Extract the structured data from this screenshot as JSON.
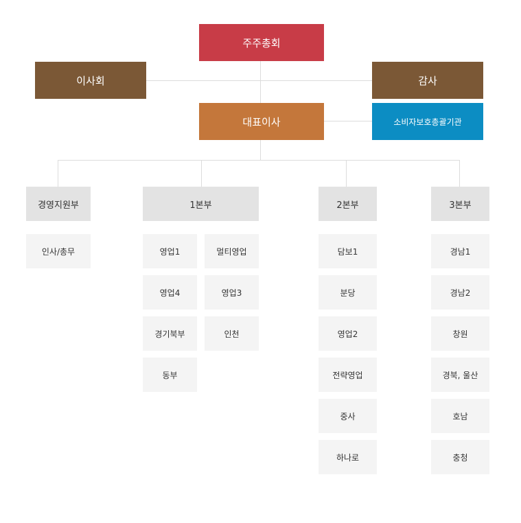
{
  "colors": {
    "shareholders": "#c83c47",
    "board": "#7b5836",
    "audit": "#7b5836",
    "ceo": "#c4773b",
    "consumer": "#0c8dc3"
  },
  "top": {
    "shareholders": "주주총회",
    "board": "이사회",
    "audit": "감사",
    "ceo": "대표이사",
    "consumer": "소비자보호총괄기관"
  },
  "divisions": {
    "management": {
      "title": "경영지원부",
      "items": [
        "인사/총무"
      ]
    },
    "div1": {
      "title": "1본부",
      "items": [
        "영업1",
        "멀티영업",
        "영업4",
        "영업3",
        "경기북부",
        "인천",
        "동부"
      ]
    },
    "div2": {
      "title": "2본부",
      "items": [
        "담보1",
        "분당",
        "영업2",
        "전략영업",
        "중사",
        "하나로"
      ]
    },
    "div3": {
      "title": "3본부",
      "items": [
        "경남1",
        "경남2",
        "창원",
        "경북, 울산",
        "호남",
        "충청"
      ]
    }
  }
}
